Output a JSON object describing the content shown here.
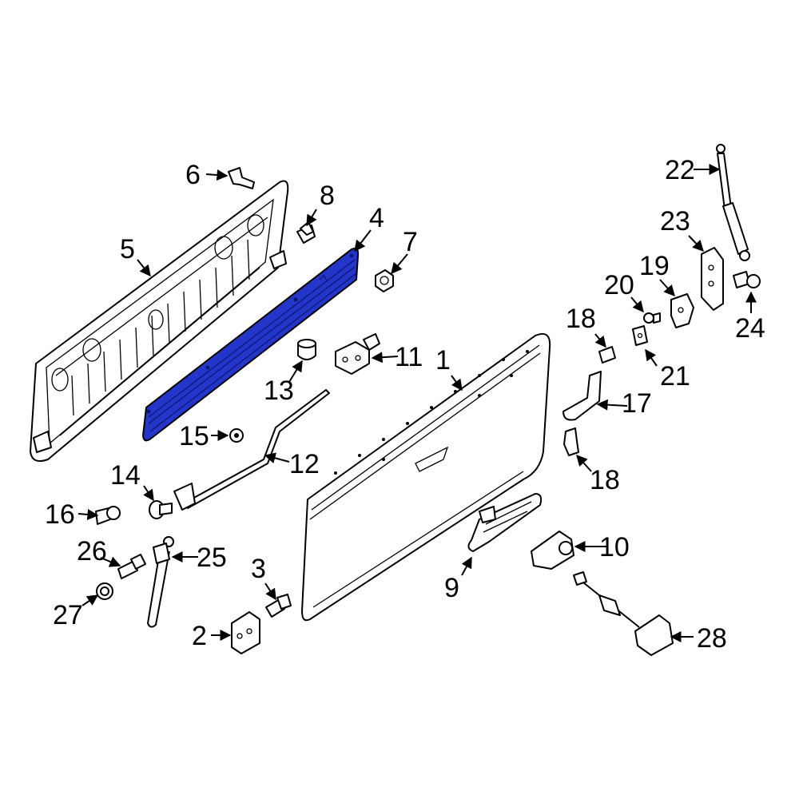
{
  "diagram": {
    "highlight_color": "#2436c9",
    "highlighted_part": "4",
    "callouts": [
      {
        "key": "c1",
        "number": "1"
      },
      {
        "key": "c2",
        "number": "2"
      },
      {
        "key": "c3",
        "number": "3"
      },
      {
        "key": "c4",
        "number": "4"
      },
      {
        "key": "c5",
        "number": "5"
      },
      {
        "key": "c6",
        "number": "6"
      },
      {
        "key": "c7",
        "number": "7"
      },
      {
        "key": "c8",
        "number": "8"
      },
      {
        "key": "c9",
        "number": "9"
      },
      {
        "key": "c10",
        "number": "10"
      },
      {
        "key": "c11",
        "number": "11"
      },
      {
        "key": "c12",
        "number": "12"
      },
      {
        "key": "c13",
        "number": "13"
      },
      {
        "key": "c14",
        "number": "14"
      },
      {
        "key": "c15",
        "number": "15"
      },
      {
        "key": "c16",
        "number": "16"
      },
      {
        "key": "c17",
        "number": "17"
      },
      {
        "key": "c18a",
        "number": "18"
      },
      {
        "key": "c18b",
        "number": "18"
      },
      {
        "key": "c19",
        "number": "19"
      },
      {
        "key": "c20",
        "number": "20"
      },
      {
        "key": "c21",
        "number": "21"
      },
      {
        "key": "c22",
        "number": "22"
      },
      {
        "key": "c23",
        "number": "23"
      },
      {
        "key": "c24",
        "number": "24"
      },
      {
        "key": "c25",
        "number": "25"
      },
      {
        "key": "c26",
        "number": "26"
      },
      {
        "key": "c27",
        "number": "27"
      },
      {
        "key": "c28",
        "number": "28"
      }
    ]
  }
}
